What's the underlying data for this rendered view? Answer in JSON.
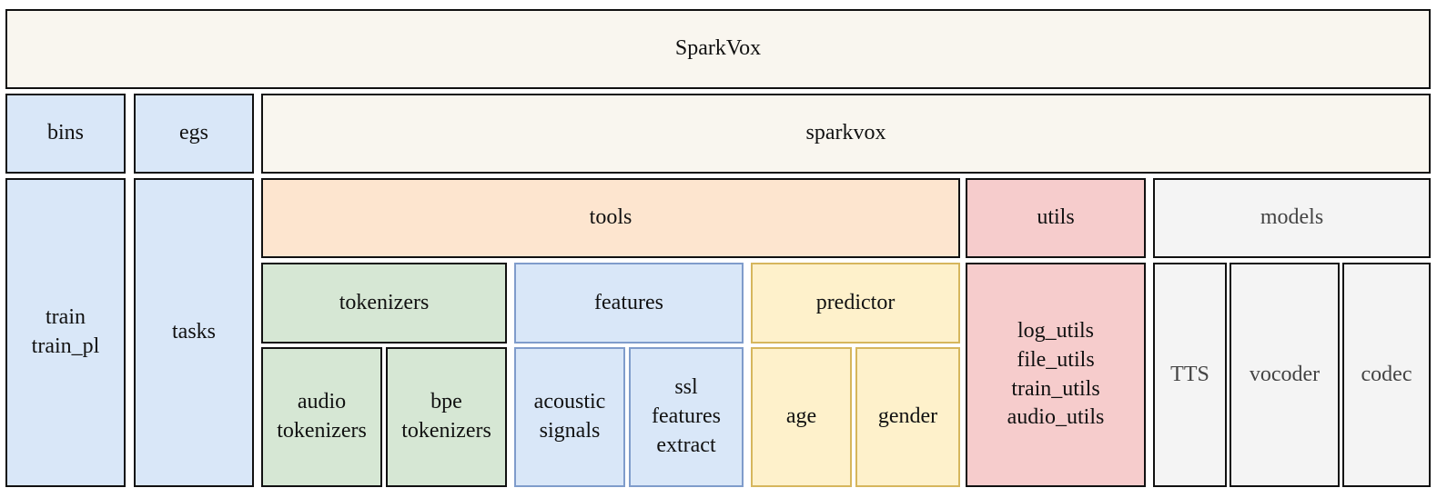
{
  "root": {
    "label": "SparkVox"
  },
  "top_dirs": {
    "bins": "bins",
    "egs": "egs",
    "sparkvox": "sparkvox"
  },
  "bins_contents": "train\ntrain_pl",
  "egs_contents": "tasks",
  "sparkvox_modules": {
    "tools": "tools",
    "utils": "utils",
    "models": "models"
  },
  "tools_children": {
    "tokenizers": {
      "label": "tokenizers",
      "items": [
        "audio\ntokenizers",
        "bpe\ntokenizers"
      ]
    },
    "features": {
      "label": "features",
      "items": [
        "acoustic\nsignals",
        "ssl\nfeatures\nextract"
      ]
    },
    "predictor": {
      "label": "predictor",
      "items": [
        "age",
        "gender"
      ]
    }
  },
  "utils_contents": "log_utils\nfile_utils\ntrain_utils\naudio_utils",
  "models_children": [
    "TTS",
    "vocoder",
    "codec"
  ],
  "colors": {
    "cream": "#f9f6ef",
    "blue": "#d9e7f8",
    "orange": "#fde5cf",
    "pink": "#f6cccc",
    "gray": "#f4f4f4",
    "green": "#d6e7d4",
    "yellow": "#fef1cb",
    "light_blue_border": "#7f9ccb",
    "yellow_border": "#d6b65d"
  }
}
